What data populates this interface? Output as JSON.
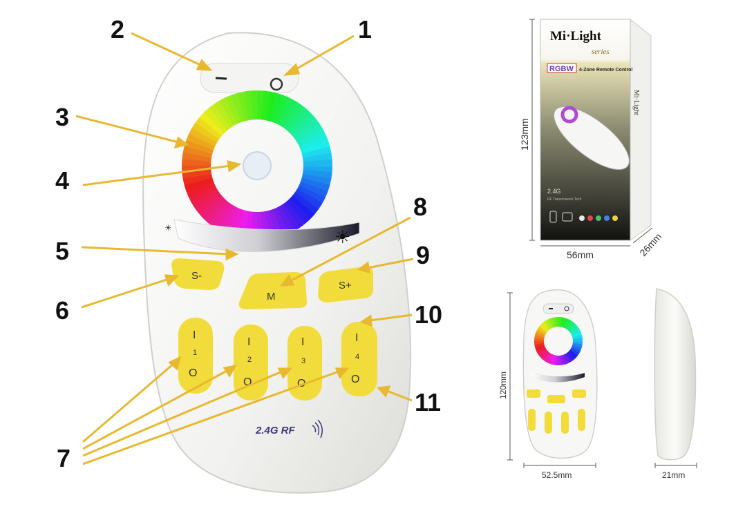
{
  "callouts": [
    "1",
    "2",
    "3",
    "4",
    "5",
    "6",
    "7",
    "8",
    "9",
    "10",
    "11"
  ],
  "buttons": {
    "on_symbol": "I",
    "off_symbol": "O",
    "speed_down": "S-",
    "mode": "M",
    "speed_up": "S+",
    "zones": [
      "1",
      "2",
      "3",
      "4"
    ]
  },
  "remote_logo": "2.4G RF",
  "brightness_icons": {
    "low": "☀",
    "high": "☀"
  },
  "package": {
    "brand": "Mi·Light",
    "series": "series",
    "badge": "RGBW",
    "product": "4-Zone Remote Control",
    "side_text": "Mi·Light",
    "freq": "2.4G",
    "tech": "RF Transmission Tech"
  },
  "dimensions": {
    "box_height": "123mm",
    "box_width": "56mm",
    "box_depth": "26mm",
    "remote_height": "120mm",
    "remote_width": "52.5mm",
    "remote_depth": "21mm"
  },
  "colors": {
    "button_yellow": "#f2dc3c",
    "remote_white": "#f7f7f5",
    "arrow_gold": "#e8b82e"
  }
}
